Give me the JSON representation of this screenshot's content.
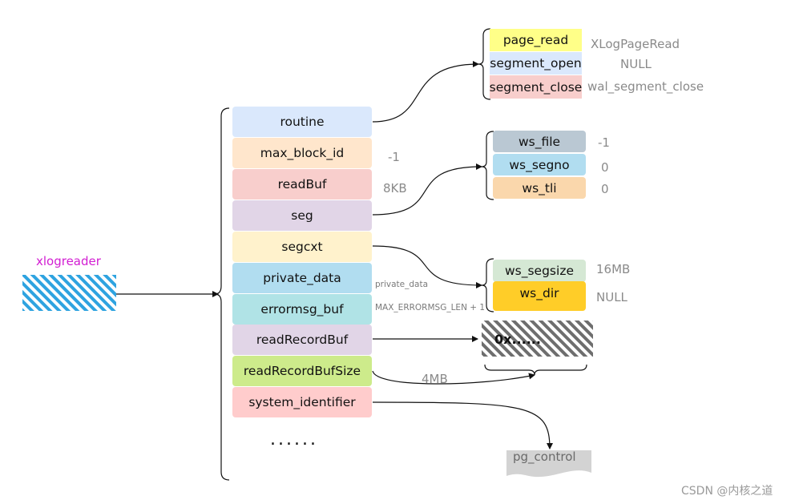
{
  "xlogreader": {
    "label": "xlogreader"
  },
  "fields": [
    {
      "label": "routine",
      "color": "#dae8fc"
    },
    {
      "label": "max_block_id",
      "color": "#ffe6cc"
    },
    {
      "label": "readBuf",
      "color": "#f8cecc"
    },
    {
      "label": "seg",
      "color": "#e1d5e7"
    },
    {
      "label": "segcxt",
      "color": "#fff2cc"
    },
    {
      "label": "private_data",
      "color": "#b1ddf0"
    },
    {
      "label": "errormsg_buf",
      "color": "#b0e3e6"
    },
    {
      "label": "readRecordBuf",
      "color": "#e1d5e7"
    },
    {
      "label": "readRecordBufSize",
      "color": "#cdeb8b"
    },
    {
      "label": "system_identifier",
      "color": "#ffcccc"
    }
  ],
  "ellipsis": "......",
  "field_values": {
    "max_block_id": "-1",
    "readBuf": "8KB",
    "private_data": "private_data",
    "errormsg_buf": "MAX_ERRORMSG_LEN + 1",
    "readRecordBufSize": "4MB"
  },
  "routine_group": [
    {
      "label": "page_read",
      "value": "XLogPageRead",
      "color": "#ffff88"
    },
    {
      "label": "segment_open",
      "value": "NULL",
      "color": "#dae8fc"
    },
    {
      "label": "segment_close",
      "value": "wal_segment_close",
      "color": "#f8cecc"
    }
  ],
  "seg_group": [
    {
      "label": "ws_file",
      "value": "-1",
      "color": "#bac8d3"
    },
    {
      "label": "ws_segno",
      "value": "0",
      "color": "#b1ddf0"
    },
    {
      "label": "ws_tli",
      "value": "0",
      "color": "#fad7ac"
    }
  ],
  "segcxt_group": [
    {
      "label": "ws_segsize",
      "value": "16MB",
      "color": "#d5e8d4"
    },
    {
      "label": "ws_dir",
      "value": "NULL",
      "color": "#ffcd28"
    }
  ],
  "record_buffer": {
    "label": "0x......"
  },
  "pg_control": {
    "label": "pg_control"
  },
  "watermark": "CSDN @内核之道"
}
